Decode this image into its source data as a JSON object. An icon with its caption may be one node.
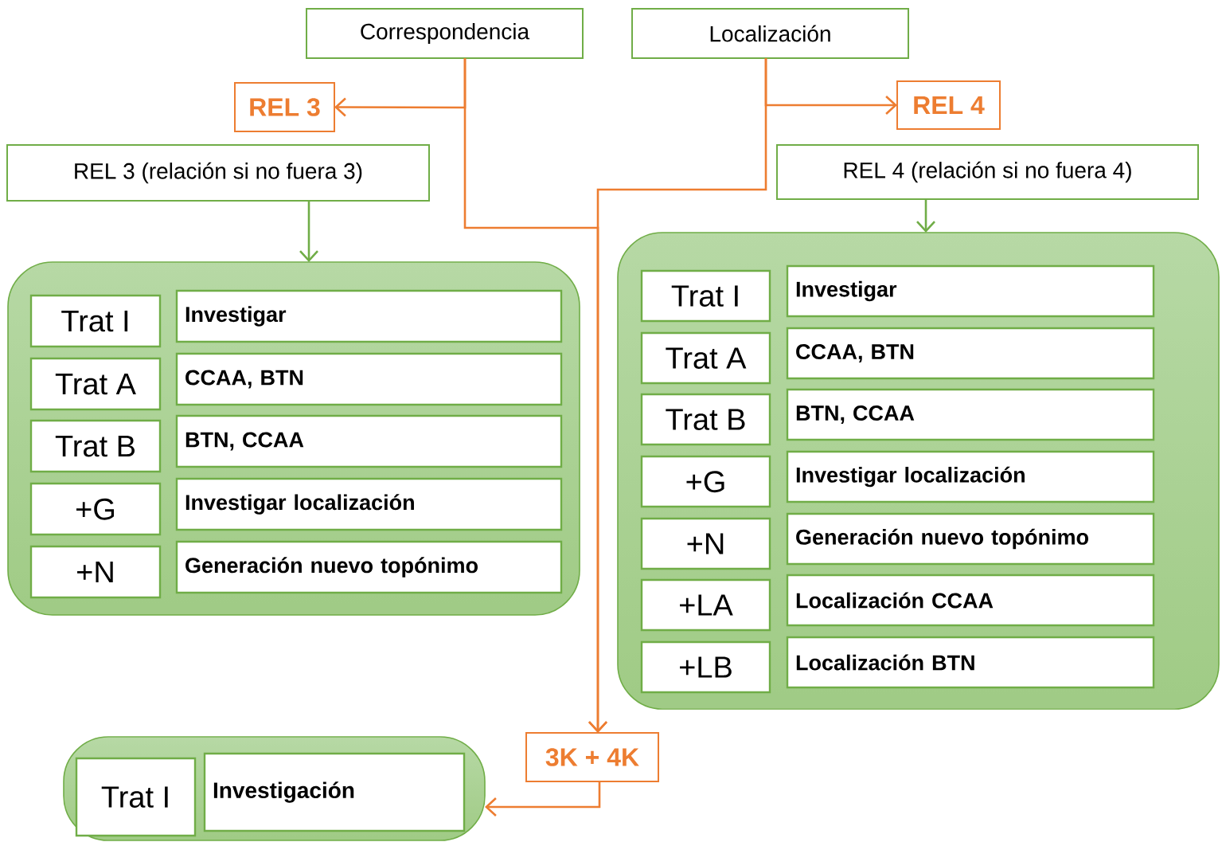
{
  "diagram": {
    "nodes": [
      {
        "text": [
          "Correspondencia"
        ]
      },
      {
        "text": [
          "Localización"
        ]
      },
      {
        "text": [
          "REL 3"
        ]
      },
      {
        "text": [
          "REL 4"
        ]
      },
      {
        "text": [
          "REL 3 (relación si no fuera 3)"
        ]
      },
      {
        "text": [
          "REL 4 (relación si no fuera 4)"
        ]
      },
      {
        "text": [],
        "shape": "box"
      },
      {
        "text": [
          "Trat I"
        ],
        "in": 6
      },
      {
        "text": [
          "Investigar"
        ],
        "in": 6
      },
      {
        "text": [
          "Trat A"
        ],
        "in": 6
      },
      {
        "text": [
          "CCAA, BTN"
        ],
        "in": 6
      },
      {
        "text": [
          "Trat B"
        ],
        "in": 6
      },
      {
        "text": [
          "BTN, CCAA"
        ],
        "in": 6
      },
      {
        "text": [
          "+G"
        ],
        "in": 6
      },
      {
        "text": [
          "Investigar localización"
        ],
        "in": 6
      },
      {
        "text": [
          "+N"
        ],
        "in": 6
      },
      {
        "text": [
          "Generación nuevo topónimo"
        ],
        "in": 6
      },
      {
        "text": [],
        "shape": "box"
      },
      {
        "text": [
          "Trat I"
        ],
        "in": 17
      },
      {
        "text": [
          "Investigar"
        ],
        "in": 17
      },
      {
        "text": [
          "Trat A"
        ],
        "in": 17
      },
      {
        "text": [
          "CCAA, BTN"
        ],
        "in": 17
      },
      {
        "text": [
          "Trat B"
        ],
        "in": 17
      },
      {
        "text": [
          "BTN, CCAA"
        ],
        "in": 17
      },
      {
        "text": [
          "+G"
        ],
        "in": 17
      },
      {
        "text": [
          "Investigar localización"
        ],
        "in": 17
      },
      {
        "text": [
          "+N"
        ],
        "in": 17
      },
      {
        "text": [
          "Generación nuevo topónimo"
        ],
        "in": 17
      },
      {
        "text": [
          "+LA"
        ],
        "in": 17
      },
      {
        "text": [
          "Localización CCAA"
        ],
        "in": 17
      },
      {
        "text": [
          "+LB"
        ],
        "in": 17
      },
      {
        "text": [
          "Localización BTN"
        ],
        "in": 17
      },
      {
        "text": [
          "3K + 4K"
        ]
      },
      {
        "text": [],
        "shape": "box"
      },
      {
        "text": [
          "Trat I"
        ],
        "in": 33
      },
      {
        "text": [
          "Investigación"
        ],
        "in": 33
      }
    ],
    "edges": [
      {
        "from": 0,
        "to": 2,
        "arrow": "to"
      },
      {
        "from": 0,
        "to": 32,
        "arrow": "to"
      },
      {
        "from": 1,
        "to": 3,
        "arrow": "to"
      },
      {
        "from": 1,
        "to": 32,
        "arrow": "to"
      },
      {
        "from": 4,
        "to": 6,
        "arrow": "to",
        "color": "#70ad47"
      },
      {
        "from": 5,
        "to": 17,
        "arrow": "to",
        "color": "#70ad47"
      },
      {
        "from": 32,
        "to": 33,
        "arrow": "to"
      }
    ]
  }
}
